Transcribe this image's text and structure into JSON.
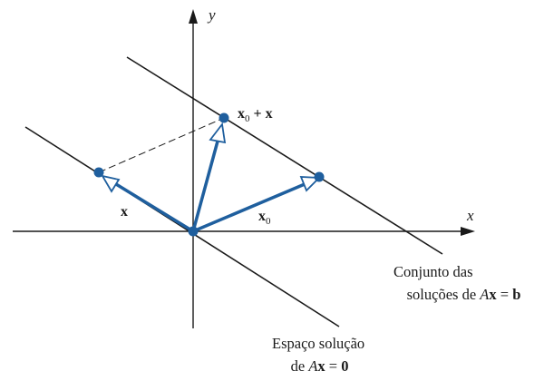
{
  "axes": {
    "x_label": "x",
    "y_label": "y"
  },
  "vectors": {
    "x": {
      "label": "x"
    },
    "x0": {
      "label_main": "x",
      "label_sub": "0"
    },
    "sum": {
      "label_main": "x",
      "label_sub": "0",
      "label_rest": " + x"
    }
  },
  "captions": {
    "solution_set": {
      "line1": "Conjunto das",
      "line2_pre": "soluções de ",
      "line2_A": "A",
      "line2_x": "x",
      "line2_eq": " = ",
      "line2_b": "b"
    },
    "null_space": {
      "line1": "Espaço solução",
      "line2_pre": "de ",
      "line2_A": "A",
      "line2_x": "x",
      "line2_eq": " = ",
      "line2_zero": "0"
    }
  },
  "colors": {
    "vector": "#1f5f9e",
    "line": "#1a1a1a"
  }
}
